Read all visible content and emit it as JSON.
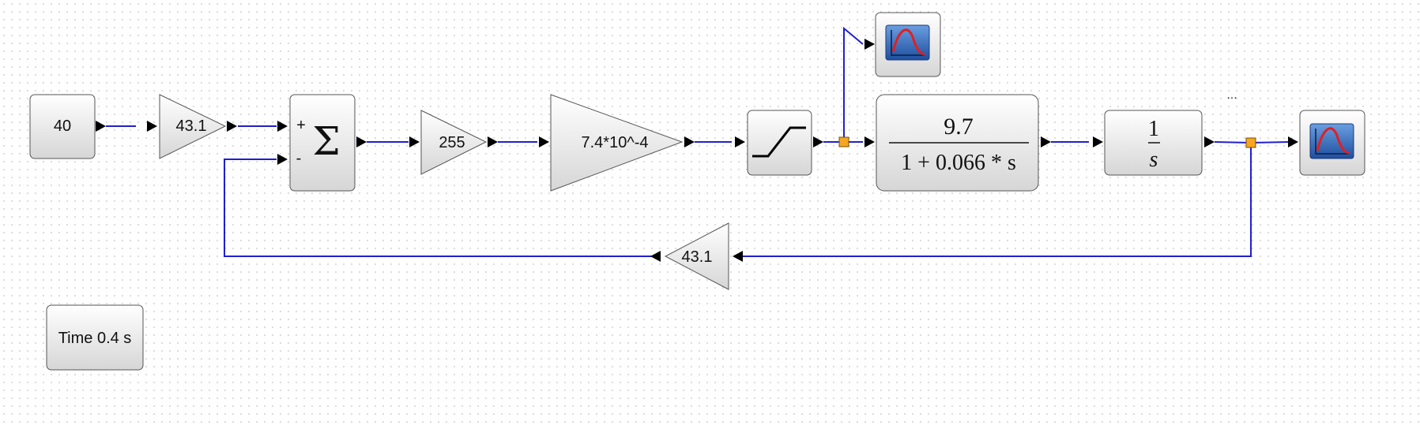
{
  "blocks": {
    "constant": {
      "label": "40"
    },
    "gain_ref": {
      "label": "43.1"
    },
    "sum": {
      "symbol": "Σ",
      "plus": "+",
      "minus": "-"
    },
    "gain_255": {
      "label": "255"
    },
    "gain_small": {
      "label": "7.4*10^-4"
    },
    "saturation": {
      "icon": "saturation-icon"
    },
    "transfer_function": {
      "numerator": "9.7",
      "denominator": "1 + 0.066 * s"
    },
    "integrator": {
      "numerator": "1",
      "denominator": "s"
    },
    "gain_feedback": {
      "label": "43.1"
    },
    "scope_top": {
      "icon": "scope-icon"
    },
    "scope_right": {
      "icon": "scope-icon"
    },
    "clock": {
      "label": "Time 0.4 s"
    }
  },
  "annotations": {
    "ellipsis": "..."
  },
  "colors": {
    "link": "#1f1fd0",
    "block_border": "#555555",
    "block_fill_top": "#ffffff",
    "block_fill_bottom": "#d6d6d6",
    "split_point": "#f5a623",
    "scope_bg": "#2a5fb0",
    "scope_curve": "#e02020"
  }
}
